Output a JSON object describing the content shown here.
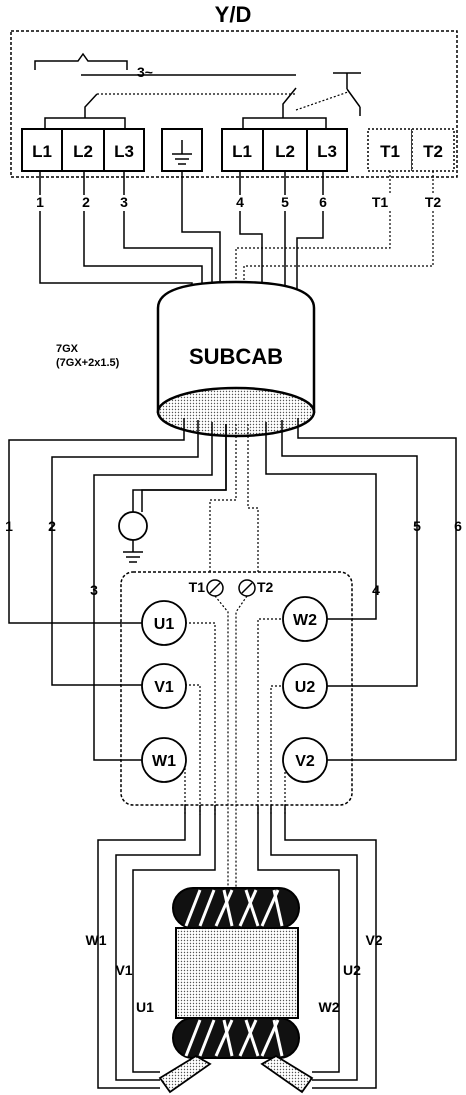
{
  "title": "Y/D",
  "supply": {
    "phase_label": "3~"
  },
  "line_terminals": [
    "L1",
    "L2",
    "L3"
  ],
  "motor_terminals_top": [
    "L1",
    "L2",
    "L3"
  ],
  "thermal_terminals_top": [
    "T1",
    "T2"
  ],
  "top_wire_numbers": [
    "1",
    "2",
    "3",
    "4",
    "5",
    "6"
  ],
  "top_thermal_numbers": [
    "T1",
    "T2"
  ],
  "cable": {
    "name": "SUBCAB",
    "spec_line1": "7GX",
    "spec_line2": "(7GX+2x1.5)"
  },
  "side_wire_numbers": [
    "1",
    "2",
    "3",
    "4",
    "5",
    "6"
  ],
  "motor_box": {
    "thermal": [
      "T1",
      "T2"
    ],
    "left": [
      "U1",
      "V1",
      "W1"
    ],
    "right": [
      "W2",
      "U2",
      "V2"
    ]
  },
  "winding_leads": [
    "W1",
    "V1",
    "U1",
    "W2",
    "U2",
    "V2"
  ]
}
